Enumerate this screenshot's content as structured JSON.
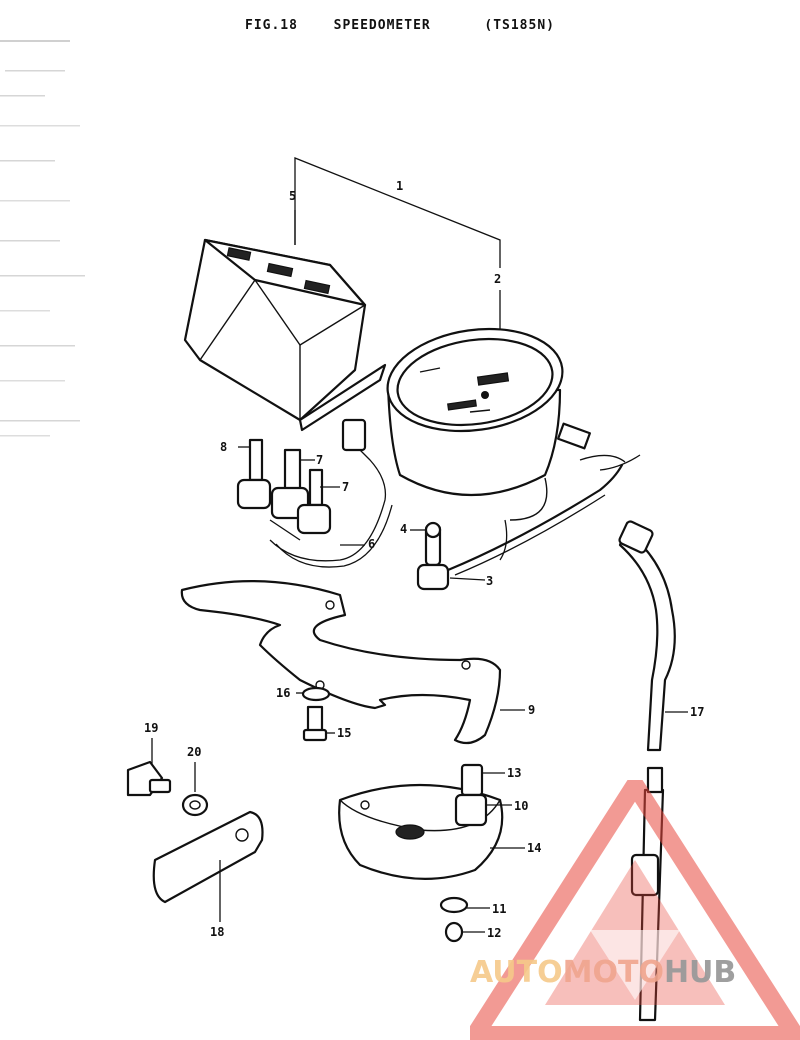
{
  "figure": {
    "fig_label": "FIG.18",
    "name": "SPEEDOMETER",
    "model": "(TS185N)"
  },
  "callouts": [
    "1",
    "2",
    "3",
    "4",
    "5",
    "6",
    "7",
    "7",
    "8",
    "9",
    "10",
    "11",
    "12",
    "13",
    "14",
    "15",
    "16",
    "17",
    "18",
    "19",
    "20"
  ],
  "watermark": {
    "part1": "AUTO",
    "part2": "MOTO",
    "part3": "HUB",
    "colors": {
      "triangle": "#e8473d",
      "auto": "#f6c98a",
      "moto": "#f0a58e",
      "hub": "#9a9a9a"
    }
  }
}
